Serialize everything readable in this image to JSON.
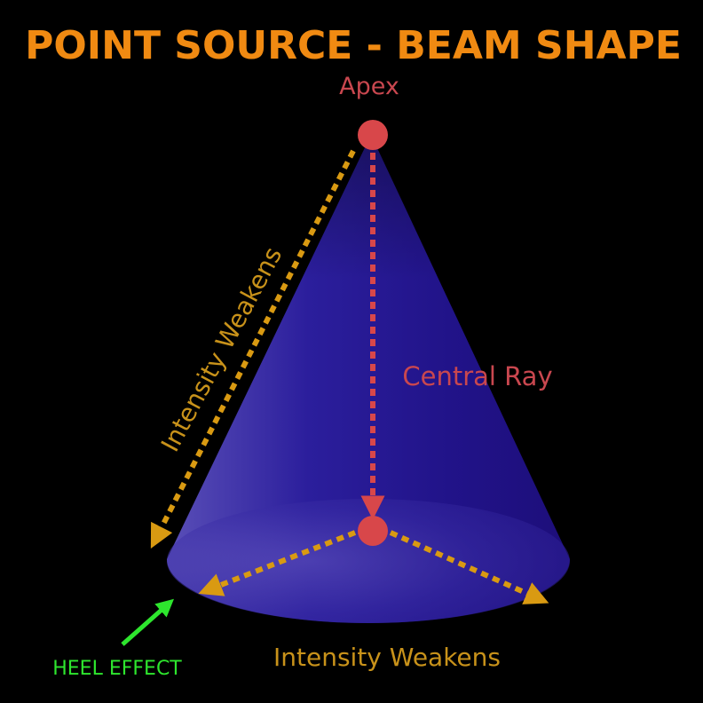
{
  "title": "POINT SOURCE - BEAM SHAPE",
  "labels": {
    "apex": "Apex",
    "central_ray": "Central Ray",
    "intensity_side": "Intensity Weakens",
    "intensity_base": "Intensity Weakens",
    "heel_effect": "HEEL EFFECT"
  },
  "colors": {
    "background": "#000000",
    "title": "#F08A12",
    "cone": "#2B1E9C",
    "dot": "#D8474A",
    "central_ray": "#D8474A",
    "label_red": "#C9474F",
    "intensity_arrow": "#D99A12",
    "intensity_text": "#C8921A",
    "heel_effect": "#2EE62E"
  }
}
